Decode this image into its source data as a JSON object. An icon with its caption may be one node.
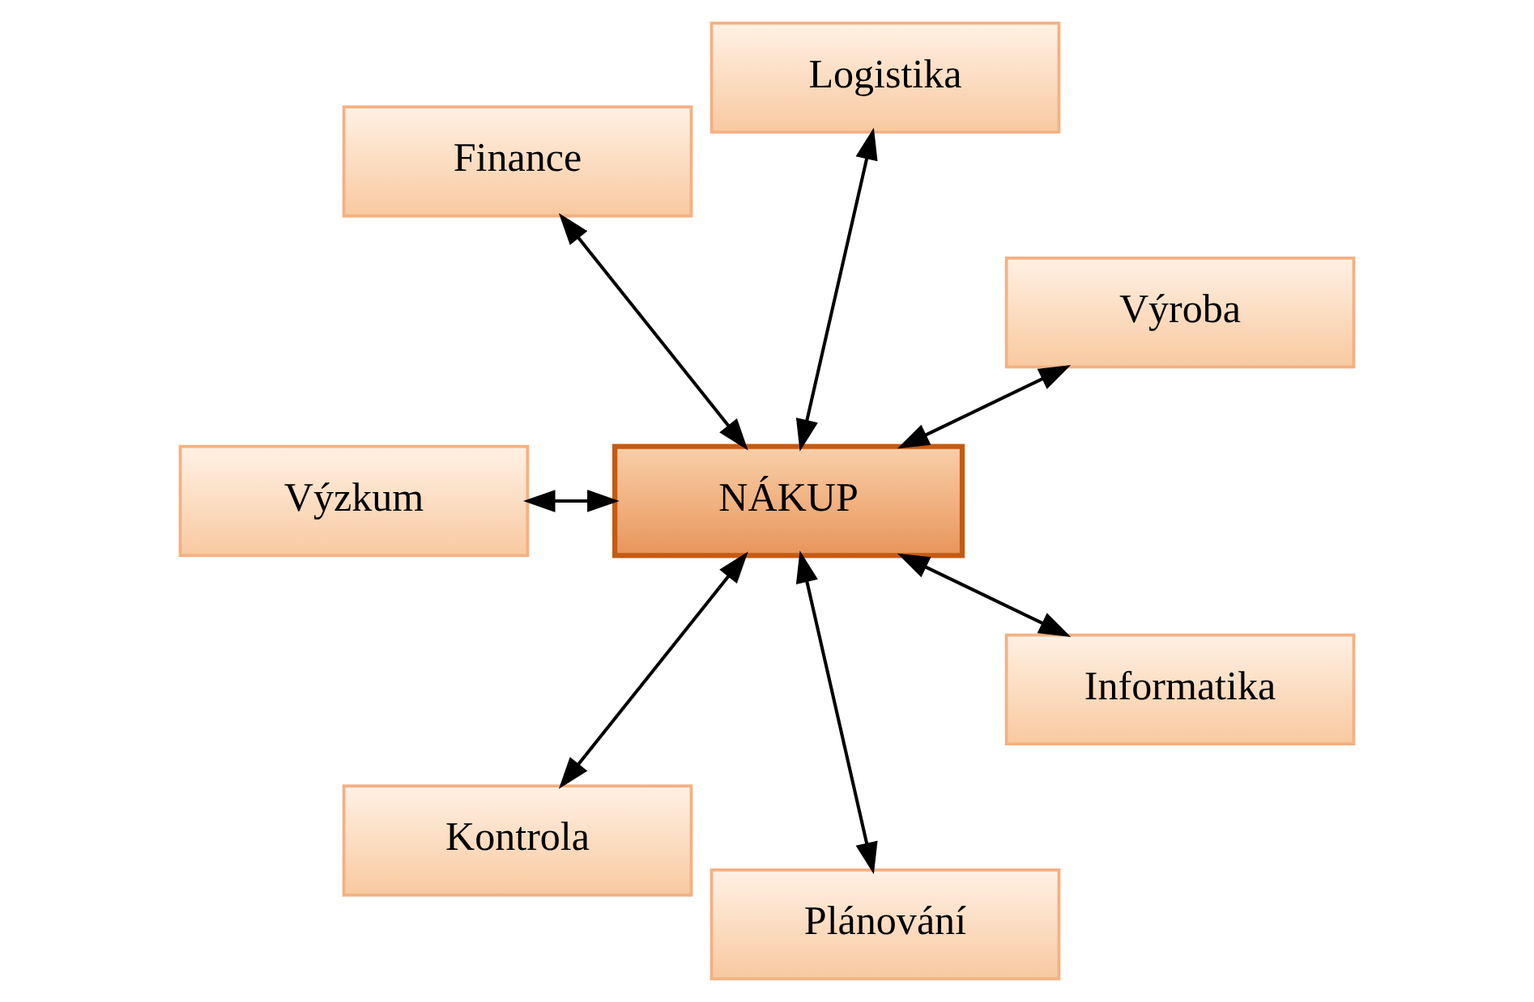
{
  "diagram": {
    "nodes": [
      {
        "text": [
          "Výroba"
        ]
      },
      {
        "text": [
          "Logistika"
        ]
      },
      {
        "text": [
          "Finance"
        ]
      },
      {
        "text": [
          "NÁKUP"
        ]
      },
      {
        "text": [
          "Výzkum"
        ]
      },
      {
        "text": [
          "Kontrola"
        ]
      },
      {
        "text": [
          "Plánování"
        ]
      },
      {
        "text": [
          "Informatika"
        ]
      }
    ],
    "edges": [
      {
        "from": 3,
        "to": 0,
        "arrow": "both"
      },
      {
        "from": 3,
        "to": 2,
        "arrow": "both"
      },
      {
        "from": 3,
        "to": 5,
        "arrow": "both"
      },
      {
        "from": 3,
        "to": 7,
        "arrow": "both"
      },
      {
        "from": 3,
        "to": 6,
        "arrow": "both"
      },
      {
        "from": 3,
        "to": 4,
        "arrow": "both"
      },
      {
        "from": 3,
        "to": 1,
        "arrow": "both"
      }
    ]
  }
}
